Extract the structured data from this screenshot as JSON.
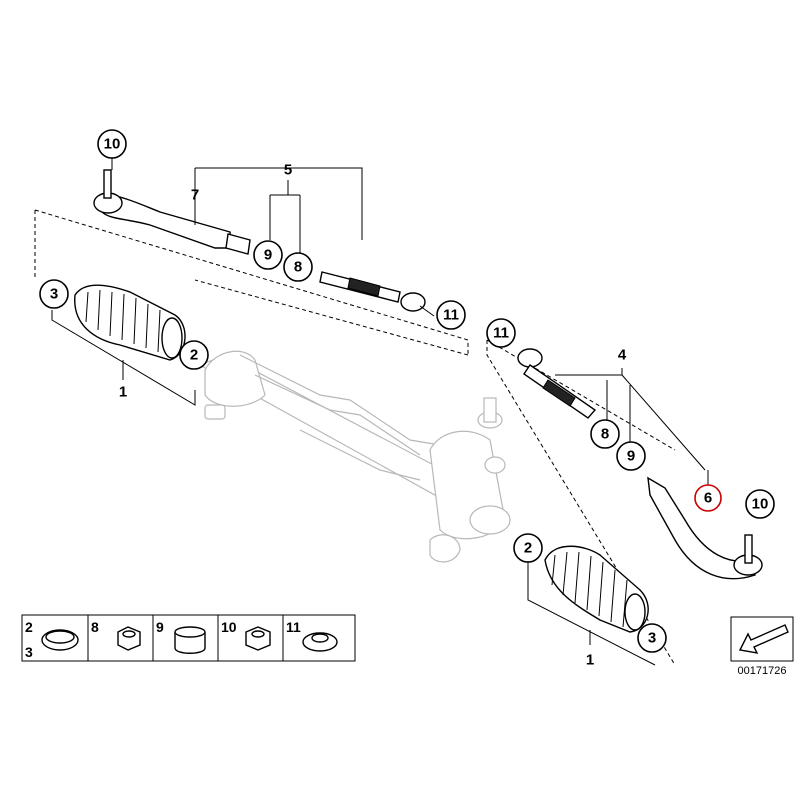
{
  "diagram": {
    "callouts": {
      "c10_top": "10",
      "c9_top": "9",
      "c8_top": "8",
      "c11_top": "11",
      "c3_left": "3",
      "c2_left": "2",
      "c11_right": "11",
      "c8_right": "8",
      "c9_right": "9",
      "c6_right": "6",
      "c10_right": "10",
      "c2_bottom": "2",
      "c3_bottom": "3"
    },
    "labels": {
      "l5": "5",
      "l7": "7",
      "l1_left": "1",
      "l4": "4",
      "l1_bottom": "1"
    },
    "highlight_color": "#cc0000",
    "legend": {
      "cells": [
        {
          "numbers": [
            "2",
            "3"
          ]
        },
        {
          "numbers": [
            "8"
          ]
        },
        {
          "numbers": [
            "9"
          ]
        },
        {
          "numbers": [
            "10"
          ]
        },
        {
          "numbers": [
            "11"
          ]
        }
      ]
    },
    "reference_number": "00171726"
  }
}
